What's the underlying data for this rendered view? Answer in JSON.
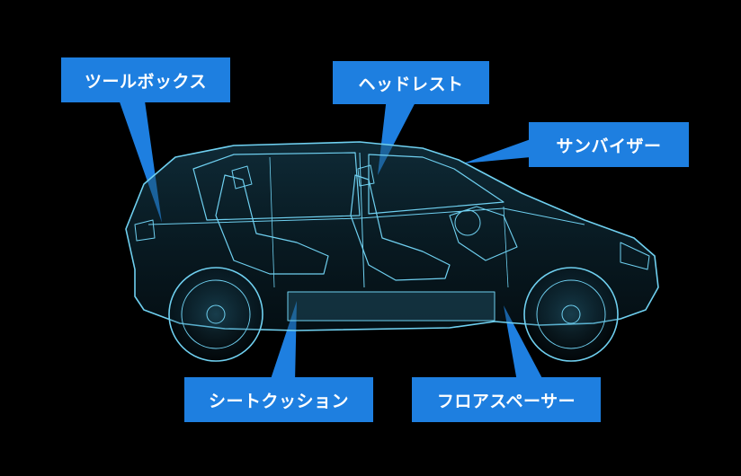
{
  "colors": {
    "background": "#000000",
    "callout_fill": "#1e7fe0",
    "callout_text": "#ffffff",
    "car_line": "#6fd0f0",
    "car_glow": "#2a6f8f"
  },
  "callouts": {
    "toolbox": "ツールボックス",
    "headrest": "ヘッドレスト",
    "sunvisor": "サンバイザー",
    "seat_cushion": "シートクッション",
    "floor_spacer": "フロアスペーサー"
  }
}
